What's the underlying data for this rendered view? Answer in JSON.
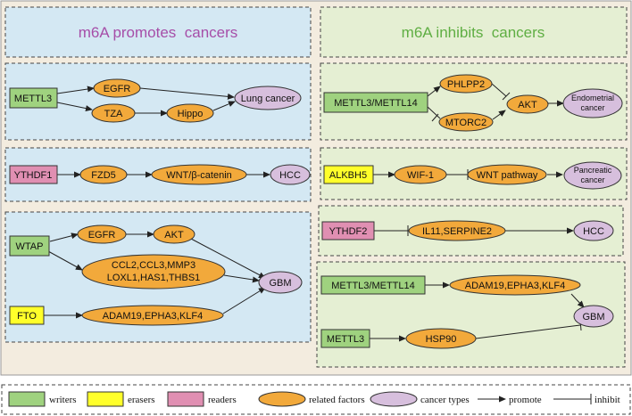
{
  "colors": {
    "outer_bg": "#f3ecdf",
    "left_bg": "#d4e8f3",
    "right_bg": "#e5efd3",
    "writer": "#9fd27f",
    "eraser": "#ffff2a",
    "reader": "#e08fb2",
    "factor": "#f2a93b",
    "cancer": "#d7bfdd",
    "promote_title": "#a64ea8",
    "inhibit_title": "#5fae43"
  },
  "left_title": "m6A promotes  cancers",
  "right_title": "m6A inhibits  cancers",
  "nodes": {
    "mettl3_a": "METTL3",
    "egfr_a": "EGFR",
    "tza": "TZA",
    "hippo": "Hippo",
    "lung_cancer": "Lung cancer",
    "ythdf1": "YTHDF1",
    "fzd5": "FZD5",
    "wnt_catenin": "WNT/β-catenin",
    "hcc_a": "HCC",
    "wtap": "WTAP",
    "egfr_b": "EGFR",
    "akt_a": "AKT",
    "ccl_line1": "CCL2,CCL3,MMP3",
    "ccl_line2": "LOXL1,HAS1,THBS1",
    "gbm_a": "GBM",
    "fto": "FTO",
    "adam_a": "ADAM19,EPHA3,KLF4",
    "mettl3_mettl14_a": "METTL3/METTL14",
    "phlpp2": "PHLPP2",
    "mtorc2": "MTORC2",
    "akt_b": "AKT",
    "endometrial_line1": "Endometrial",
    "endometrial_line2": "cancer",
    "alkbh5": "ALKBH5",
    "wif1": "WIF-1",
    "wnt_pathway": "WNT pathway",
    "pancreatic_line1": "Pancreatic",
    "pancreatic_line2": "cancer",
    "ythdf2": "YTHDF2",
    "il11": "IL11,SERPINE2",
    "hcc_b": "HCC",
    "mettl3_mettl14_b": "METTL3/METTL14",
    "adam_b": "ADAM19,EPHA3,KLF4",
    "gbm_b": "GBM",
    "mettl3_b": "METTL3",
    "hsp90": "HSP90"
  },
  "legend": {
    "writers": "writers",
    "erasers": "erasers",
    "readers": "readers",
    "related_factors": "related factors",
    "cancer_types": "cancer types",
    "promote": "promote",
    "inhibit": "inhibit"
  }
}
